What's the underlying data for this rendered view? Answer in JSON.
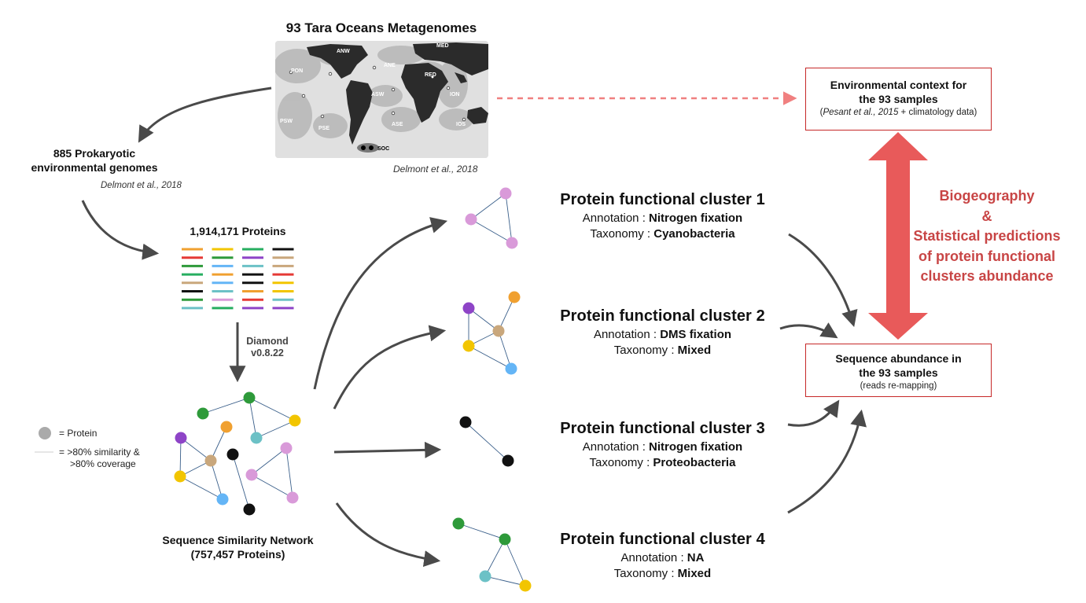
{
  "map": {
    "title": "93 Tara Oceans Metagenomes",
    "citation": "Delmont et al., 2018",
    "regions": [
      "ANW",
      "MED",
      "PON",
      "ANE",
      "RED",
      "ASW",
      "ION",
      "PSW",
      "PSE",
      "ASE",
      "IOS",
      "SOC"
    ]
  },
  "genomes": {
    "title_line1": "885 Prokaryotic",
    "title_line2": "environmental genomes",
    "citation": "Delmont et al., 2018"
  },
  "proteins": {
    "title": "1,914,171 Proteins",
    "columns": [
      [
        "#f0a030",
        "#e53935",
        "#2e9a3a",
        "#27ae60",
        "#c9a77c",
        "#111111",
        "#2e9a3a",
        "#6cc1c6"
      ],
      [
        "#f2c500",
        "#2e9a3a",
        "#64b5f6",
        "#f0a030",
        "#64b5f6",
        "#6cc1c6",
        "#d99ad9",
        "#27ae60"
      ],
      [
        "#27ae60",
        "#8e44c7",
        "#6cc1c6",
        "#111111",
        "#111111",
        "#f0a030",
        "#e53935",
        "#8e44c7"
      ],
      [
        "#111111",
        "#c9a77c",
        "#c9a77c",
        "#e53935",
        "#f2c500",
        "#f2c500",
        "#6cc1c6",
        "#8e44c7"
      ]
    ]
  },
  "diamond": {
    "line1": "Diamond",
    "line2": "v0.8.22"
  },
  "legend": {
    "protein_label": "= Protein",
    "edge_line1": "= >80% similarity &",
    "edge_line2": ">80% coverage"
  },
  "network": {
    "title_line1": "Sequence Similarity Network",
    "title_line2": "(757,457 Proteins)"
  },
  "clusters": [
    {
      "title": "Protein functional cluster 1",
      "annotation_label": "Annotation : ",
      "annotation": "Nitrogen fixation",
      "taxonomy_label": "Taxonomy : ",
      "taxonomy": "Cyanobacteria"
    },
    {
      "title": "Protein functional cluster 2",
      "annotation_label": "Annotation : ",
      "annotation": "DMS fixation",
      "taxonomy_label": "Taxonomy : ",
      "taxonomy": "Mixed"
    },
    {
      "title": "Protein functional cluster 3",
      "annotation_label": "Annotation : ",
      "annotation": "Nitrogen fixation",
      "taxonomy_label": "Taxonomy : ",
      "taxonomy": "Proteobacteria"
    },
    {
      "title": "Protein functional cluster 4",
      "annotation_label": "Annotation : ",
      "annotation": "NA",
      "taxonomy_label": "Taxonomy : ",
      "taxonomy": "Mixed"
    }
  ],
  "env_box": {
    "line1": "Environmental context for",
    "line2": "the 93 samples",
    "cite_italic": "Pesant et al., 2015",
    "cite_rest": " + climatology data)",
    "cite_open": "("
  },
  "abundance_box": {
    "line1": "Sequence abundance in",
    "line2": "the 93 samples",
    "sub": "(reads re-mapping)"
  },
  "biogeography": {
    "line1": "Biogeography",
    "line2": "&",
    "line3": "Statistical predictions",
    "line4": "of protein functional",
    "line5": "clusters abundance"
  },
  "colors": {
    "red_accent": "#e85a5a",
    "red_text": "#c84545",
    "arrow_gray": "#4a4a4a",
    "edge_blue": "#3a5f8a",
    "green": "#2e9a3a",
    "orange": "#f0a030",
    "yellow": "#f2c500",
    "purple": "#8e44c7",
    "pink": "#d99ad9",
    "teal": "#6cc1c6",
    "tan": "#c9a77c",
    "blue": "#64b5f6",
    "black": "#111111"
  }
}
